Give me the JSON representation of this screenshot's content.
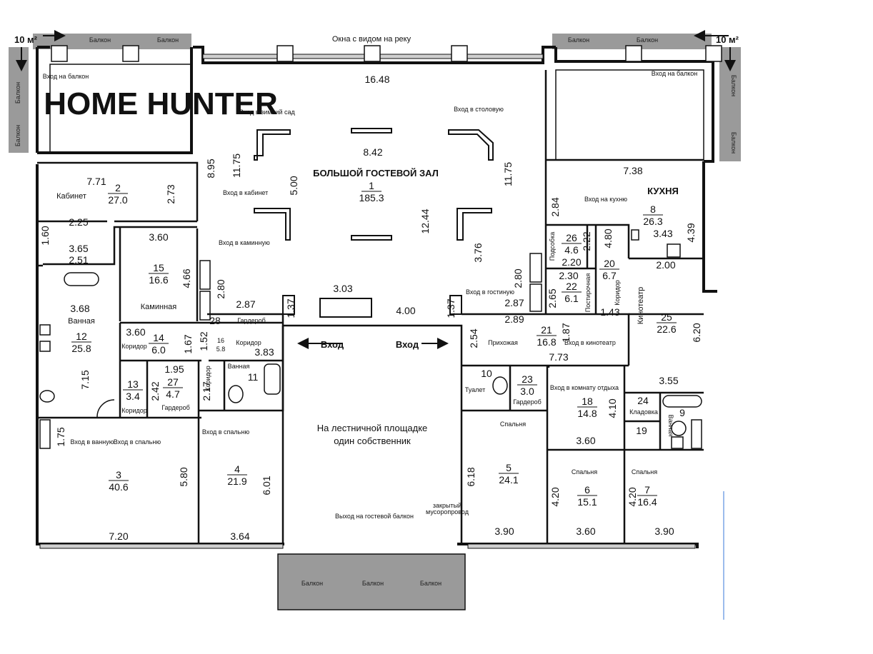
{
  "header": {
    "river_windows": "Окна с видом на реку",
    "area_left": "10 м²",
    "area_right": "10 м²"
  },
  "balcony_label": "Балкон",
  "watermark": "HOME HUNTER",
  "notes": {
    "balcony_entry_left": "Вход на балкон",
    "balcony_entry_right": "Вход на балкон",
    "winter_garden": "Вход в зимний сад",
    "dining": "Вход в столовую",
    "cabinet": "Вход в кабинет",
    "fireplace": "Вход в каминную",
    "kitchen": "Вход на кухню",
    "living": "Вход в гостиную",
    "cinema": "Вход в кинотеатр",
    "rest_room": "Вход в комнату отдыха",
    "bedroom_1": "Вход в спальню",
    "bath": "Вход в ванную",
    "bedroom_2": "Вход в спальню",
    "entry_left": "Вход",
    "entry_right": "Вход",
    "stair_line1": "На лестничной площадке",
    "stair_line2": "один собственник",
    "guest_balcony": "Выход на гостевой балкон",
    "chute_line1": "закрытый",
    "chute_line2": "мусоропровод",
    "bedroom_5": "Спальня",
    "bedroom_6": "Спальня",
    "bedroom_7": "Спальня",
    "toilet": "Туалет",
    "wardrobe_27": "Гардероб",
    "wardrobe_23": "Гардероб",
    "wardrobe_16": "Гардероб",
    "pantry": "Кладовка",
    "bath_9": "Ванная",
    "bath_11": "Ванная",
    "utility": "Подсобка",
    "laundry": "Постирочная",
    "corridor_20": "Коридор",
    "corridor_11": "Коридор"
  },
  "rooms": {
    "hall": {
      "name": "БОЛЬШОЙ ГОСТЕВОЙ ЗАЛ",
      "num": "1",
      "area": "185.3"
    },
    "cabinet": {
      "name": "Кабинет",
      "num": "2",
      "area": "27.0"
    },
    "bedroom_3": {
      "num": "3",
      "area": "40.6"
    },
    "bedroom_4": {
      "num": "4",
      "area": "21.9"
    },
    "bedroom_5": {
      "num": "5",
      "area": "24.1"
    },
    "bedroom_6": {
      "num": "6",
      "area": "15.1"
    },
    "bedroom_7": {
      "num": "7",
      "area": "16.4"
    },
    "kitchen": {
      "name": "КУХНЯ",
      "num": "8",
      "area": "26.3"
    },
    "bath_9": {
      "num": "9"
    },
    "toilet_10": {
      "num": "10"
    },
    "bath_11": {
      "num": "11"
    },
    "bath_12": {
      "name": "Ванная",
      "num": "12",
      "area": "25.8"
    },
    "corr_13": {
      "name": "Коридор",
      "num": "13",
      "area": "3.4"
    },
    "corr_14": {
      "name": "Коридор",
      "num": "14",
      "area": "6.0"
    },
    "fireplace": {
      "name": "Каминная",
      "num": "15",
      "area": "16.6"
    },
    "corr_16": {
      "name": "Коридор",
      "num": "16",
      "area": "5.8"
    },
    "rest_18": {
      "num": "18",
      "area": "14.8"
    },
    "room_19": {
      "num": "19"
    },
    "corr_20": {
      "num": "20",
      "area": "6.7"
    },
    "hallway": {
      "name": "Прихожая",
      "num": "21",
      "area": "16.8"
    },
    "laundry_22": {
      "num": "22",
      "area": "6.1"
    },
    "wardrobe_23": {
      "num": "23",
      "area": "3.0"
    },
    "pantry_24": {
      "num": "24"
    },
    "cinema": {
      "name": "Кинотеатр",
      "num": "25",
      "area": "22.6"
    },
    "utility_26": {
      "num": "26",
      "area": "4.6"
    },
    "wardrobe_27": {
      "num": "27",
      "area": "4.7"
    }
  },
  "dims": {
    "d1648": "16.48",
    "d842": "8.42",
    "d1175a": "11.75",
    "d1175b": "11.75",
    "d500": "5.00",
    "d1244": "12.44",
    "d895": "8.95",
    "d771": "7.71",
    "d273": "2.73",
    "d225": "2.25",
    "d160": "1.60",
    "d365": "3.65",
    "d251": "2.51",
    "d360a": "3.60",
    "d466": "4.66",
    "d280a": "2.80",
    "d287a": "2.87",
    "d137a": "1.37",
    "d303": "3.03",
    "d400": "4.00",
    "d137b": "1.37",
    "d376": "3.76",
    "d280b": "2.80",
    "d287b": "2.87",
    "d289": "2.89",
    "d738": "7.38",
    "d284": "2.84",
    "d439": "4.39",
    "d343": "3.43",
    "d480": "4.80",
    "d222": "2.22",
    "d220": "2.20",
    "d230": "2.30",
    "d265": "2.65",
    "d143": "1.43",
    "d200": "2.00",
    "d620": "6.20",
    "d355": "3.55",
    "d254": "2.54",
    "d187": "1.87",
    "d773": "7.73",
    "d410": "4.10",
    "d360b": "3.60",
    "d368": "3.68",
    "d715": "7.15",
    "d360c": "3.60",
    "d167": "1.67",
    "d152": "1.52",
    "d383": "3.83",
    "d195": "1.95",
    "d242": "2.42",
    "d217": "2.17",
    "d175": "1.75",
    "d580": "5.80",
    "d601": "6.01",
    "d720": "7.20",
    "d364": "3.64",
    "d618": "6.18",
    "d390a": "3.90",
    "d420a": "4.20",
    "d360d": "3.60",
    "d420b": "4.20",
    "d390b": "3.90",
    "d28": "28"
  },
  "colors": {
    "wall": "#111111",
    "balcony": "#9a9a9a",
    "window": "#cfcfcf",
    "accent_line": "#3a7ad9"
  }
}
